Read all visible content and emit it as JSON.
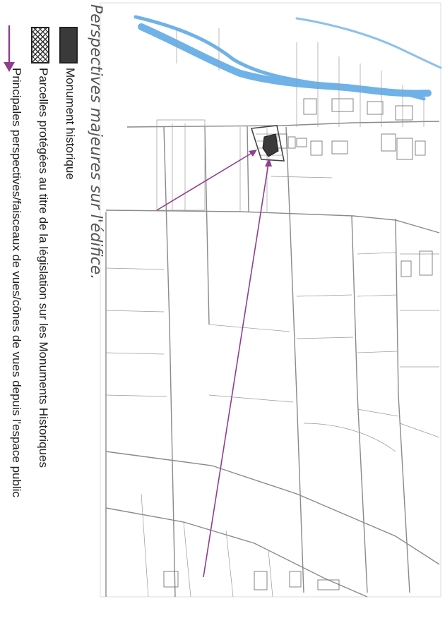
{
  "title": "Perspectives majeures sur l'édifice.",
  "legend": {
    "monument_label": "Monument historique",
    "parcels_label": "Parcelles protégées au titre de la législation sur les Monuments Historiques",
    "views_label": "Principales perspectives/faisceaux de vues/cônes de vues depuis l'espace public"
  },
  "colors": {
    "river": "#6fb2e8",
    "perspective_arrow": "#8e3f8e",
    "monument_fill": "#3a3a3a",
    "parcel_line": "#9a9a9a"
  },
  "icons": {
    "monument": "dark-filled-square",
    "parcels": "cross-hatched-square",
    "views": "purple-arrow"
  }
}
